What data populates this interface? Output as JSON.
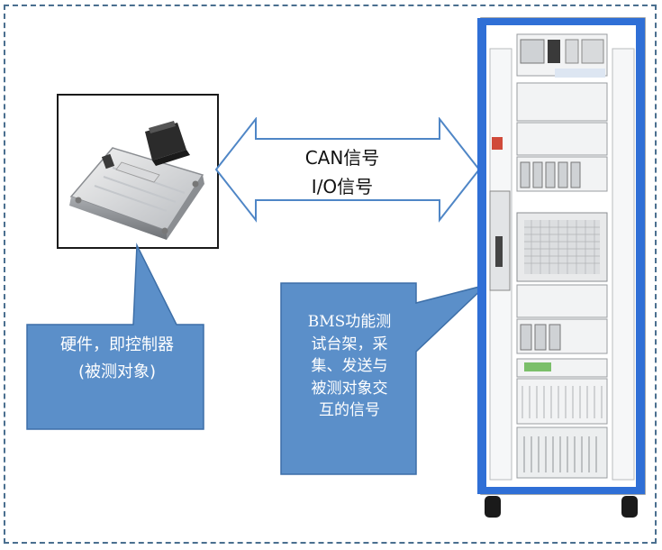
{
  "arrow": {
    "line1": "CAN信号",
    "line2": "I/O信号"
  },
  "callout_left": {
    "line1": "硬件，即控制器",
    "line2": "(被测对象)"
  },
  "callout_right": {
    "lines": [
      "BMS功能测",
      "试台架，采",
      "集、发送与",
      "被测对象交",
      "互的信号"
    ]
  },
  "colors": {
    "callout_fill": "#5b8fc9",
    "callout_stroke": "#3d6fa8",
    "rack_blue": "#2f6fd6",
    "frame_dash": "#4a6f8f"
  }
}
